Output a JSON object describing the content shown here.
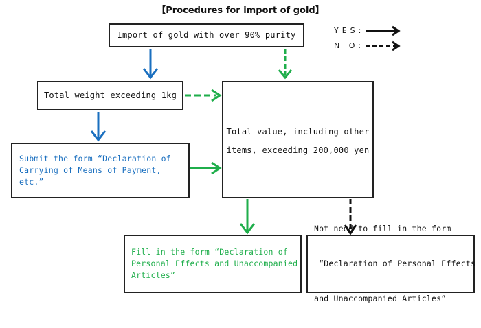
{
  "title": "【Procedures for import of gold】",
  "legend": {
    "yes_label": "YES:",
    "no_label": "N O:",
    "yes_style": "solid-arrow",
    "no_style": "dashed-arrow"
  },
  "colors": {
    "blue": "#1a6fbf",
    "green": "#1fae4b",
    "black": "#111111"
  },
  "nodes": {
    "start": "Import of gold with over 90% purity",
    "weight": "Total weight exceeding 1kg",
    "value": {
      "line1": "Total value, including other",
      "line2": "items, exceeding 200,000 yen"
    },
    "submit": {
      "line1": "Submit the form “Declaration of",
      "line2": "Carrying of Means of Payment, etc.”"
    },
    "fill": {
      "line1": "Fill in the form “Declaration of",
      "line2": "Personal Effects and Unaccompanied",
      "line3": "Articles”"
    },
    "notneed": {
      "line1": "Not need to fill in the form",
      "line2": " “Declaration of Personal Effects",
      "line3": "and Unaccompanied Articles”"
    }
  },
  "edges": [
    {
      "from": "start",
      "to": "weight",
      "type": "yes",
      "color": "blue"
    },
    {
      "from": "start",
      "to": "value",
      "type": "no",
      "color": "green"
    },
    {
      "from": "weight",
      "to": "value",
      "type": "no",
      "color": "green"
    },
    {
      "from": "weight",
      "to": "submit",
      "type": "yes",
      "color": "blue"
    },
    {
      "from": "submit",
      "to": "value",
      "type": "yes",
      "color": "green"
    },
    {
      "from": "value",
      "to": "fill",
      "type": "yes",
      "color": "green"
    },
    {
      "from": "value",
      "to": "notneed",
      "type": "no",
      "color": "black"
    }
  ]
}
